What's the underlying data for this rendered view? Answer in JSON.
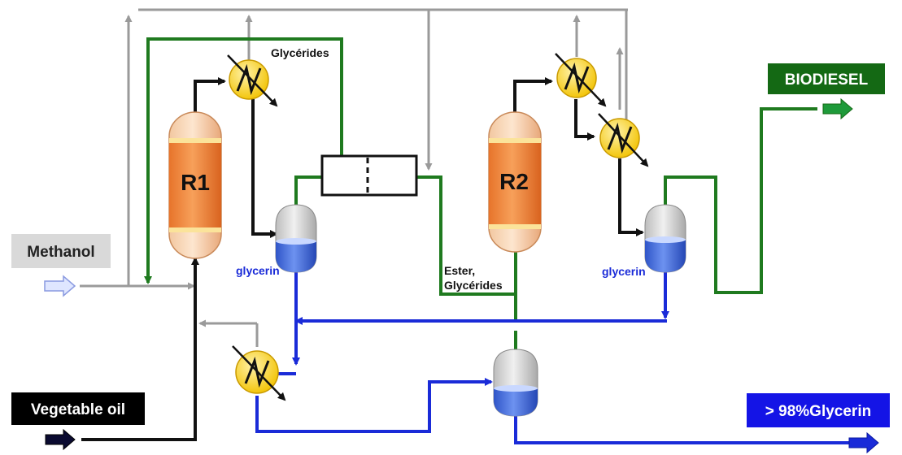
{
  "labels": {
    "methanol": "Methanol",
    "vegetable_oil": "Vegetable oil",
    "biodiesel": "BIODIESEL",
    "glycerin_product": "> 98%Glycerin",
    "r1": "R1",
    "r2": "R2",
    "glycerides_top": "Glycérides",
    "ester": "Ester,",
    "glycerides_mid": "Glycérides",
    "glycerin_1": "glycerin",
    "glycerin_2": "glycerin"
  },
  "colors": {
    "green_stream": "#1f7a1f",
    "blue_stream": "#1a2bd8",
    "grey_stream": "#9a9a9a",
    "black_stream": "#111111",
    "heat_exchanger": "#f7c81a",
    "biodiesel_box": "#146914",
    "glycerin_box": "#1414e6",
    "methanol_box": "#d9d9d9",
    "oil_box": "#000000"
  }
}
